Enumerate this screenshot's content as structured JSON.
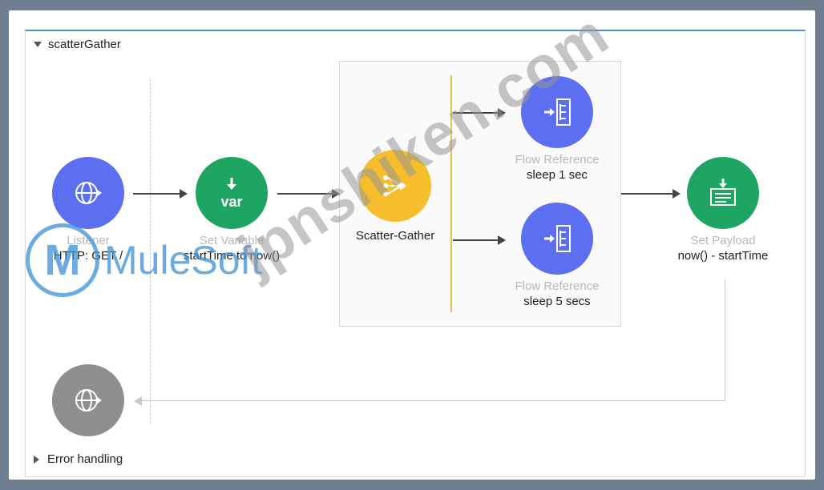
{
  "flow": {
    "title": "scatterGather",
    "error_handling_label": "Error handling"
  },
  "nodes": {
    "listener": {
      "type": "Listener",
      "name": "HTTP: GET /",
      "icon": "globe-icon"
    },
    "set_variable": {
      "type": "Set Variable",
      "name": "startTime to now()",
      "icon": "var-icon"
    },
    "scatter_gather": {
      "name": "Scatter-Gather",
      "icon": "scatter-gather-icon"
    },
    "flow_ref_1": {
      "type": "Flow Reference",
      "name": "sleep 1 sec",
      "icon": "flow-reference-icon"
    },
    "flow_ref_2": {
      "type": "Flow Reference",
      "name": "sleep 5 secs",
      "icon": "flow-reference-icon"
    },
    "set_payload": {
      "type": "Set Payload",
      "name": "now() - startTime",
      "icon": "set-payload-icon"
    },
    "response": {
      "icon": "globe-icon"
    }
  },
  "colors": {
    "blue_node": "#5b6ff0",
    "green_node": "#1ea463",
    "yellow_node": "#f6be2c",
    "grey_node": "#8e8e8e",
    "header_accent": "#4a90d9"
  },
  "watermarks": {
    "logo_text": "MuleSoft",
    "diagonal_text": "jpnshiken.com"
  }
}
